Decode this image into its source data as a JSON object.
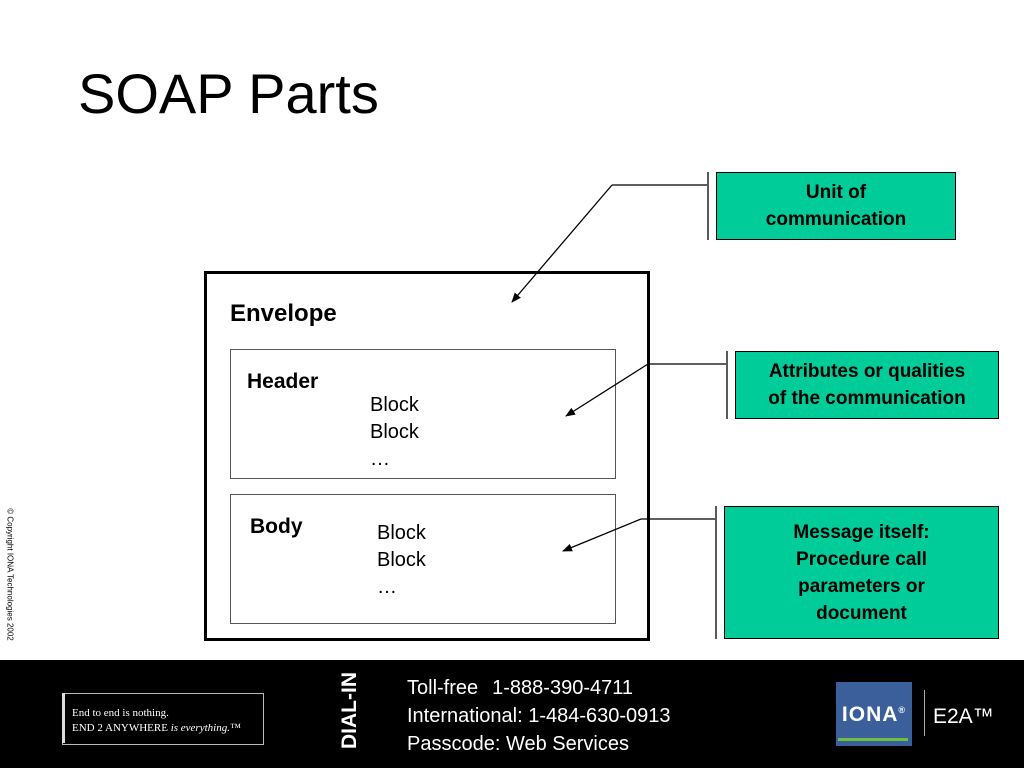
{
  "title": "SOAP Parts",
  "envelope": {
    "label": "Envelope",
    "header": {
      "label": "Header",
      "blocks": [
        "Block",
        "Block",
        "…"
      ]
    },
    "body": {
      "label": "Body",
      "blocks": [
        "Block",
        "Block",
        "…"
      ]
    }
  },
  "callouts": {
    "envelope": [
      "Unit of",
      "communication"
    ],
    "header": [
      "Attributes or qualities",
      "of the communication"
    ],
    "body": [
      "Message itself:",
      "Procedure call",
      "parameters or",
      "document"
    ]
  },
  "copyright": "© Copyright IONA Technologies 2002",
  "footer": {
    "tagline_line1": "End to end is nothing.",
    "tagline_line2_a": "END 2 ANYWHERE",
    "tagline_line2_b": "is everything.™",
    "dial_in_label": "DIAL-IN",
    "tollfree_label": "Toll-free",
    "tollfree_number": "1-888-390-4711",
    "international": "International: 1-484-630-0913",
    "passcode": "Passcode: Web Services",
    "brand_logo": "IONA",
    "brand_mark": "®",
    "brand_product": "E2A™"
  },
  "colors": {
    "callout_bg": "#00cc99",
    "footer_bg": "#000000",
    "iona_blue": "#3a5f9a",
    "iona_green": "#6fbf3f"
  }
}
